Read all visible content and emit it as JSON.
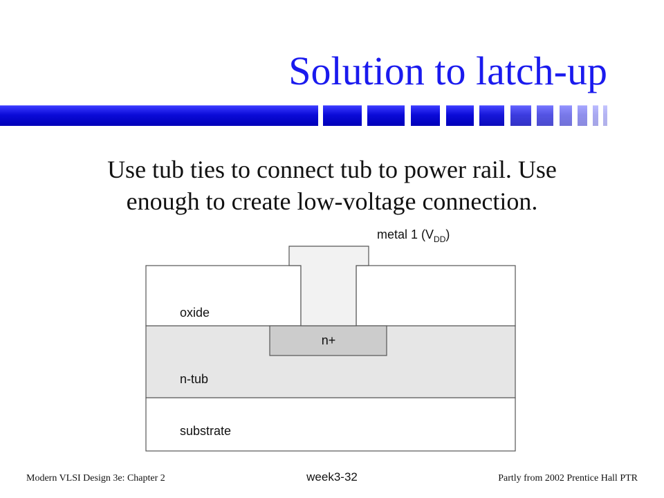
{
  "slide": {
    "title": "Solution to latch-up",
    "body_line1": "Use tub ties to connect tub to power rail. Use",
    "body_line2": "enough to create low-voltage connection."
  },
  "diagram": {
    "metal_label": "metal 1 (V",
    "metal_subscript": "DD",
    "metal_label_end": ")",
    "oxide_label": "oxide",
    "nplus_label": "n+",
    "ntub_label": "n-tub",
    "substrate_label": "substrate"
  },
  "footer": {
    "left": "Modern VLSI Design 3e: Chapter 2",
    "center": "week3-32",
    "right": "Partly from 2002 Prentice Hall PTR"
  },
  "colors": {
    "title": "#1a1aee",
    "bar": "#0b0bd8",
    "layer_oxide": "#ffffff",
    "layer_metal": "#f2f2f2",
    "layer_ntub": "#e6e6e6",
    "layer_nplus": "#cccccc"
  }
}
